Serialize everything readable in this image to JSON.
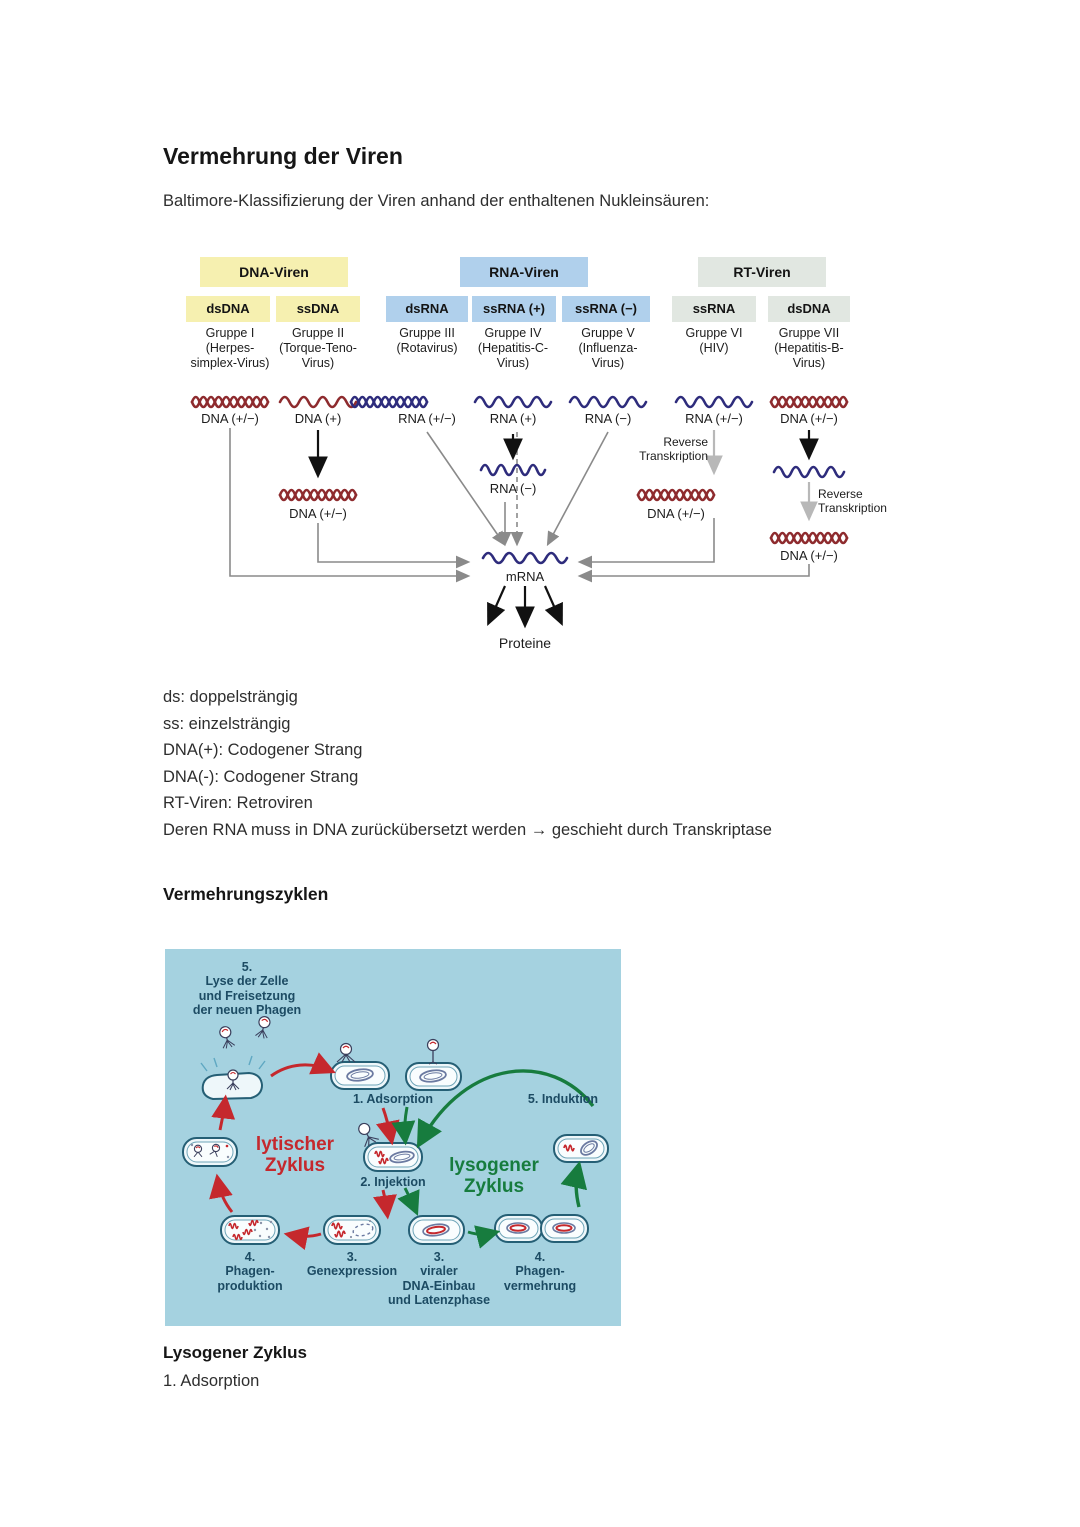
{
  "title": "Vermehrung der Viren",
  "intro": "Baltimore-Klassifizierung der Viren anhand der enthaltenen Nukleinsäuren:",
  "baltimore": {
    "families": [
      {
        "label": "DNA-Viren",
        "color": "#f6f0b0"
      },
      {
        "label": "RNA-Viren",
        "color": "#b0d0ec"
      },
      {
        "label": "RT-Viren",
        "color": "#e1e7e1"
      }
    ],
    "columns": [
      {
        "type": "dsDNA",
        "group": "Gruppe I\n(Herpes-\nsimplex-Virus)",
        "strand": "DNA (+/−)"
      },
      {
        "type": "ssDNA",
        "group": "Gruppe II\n(Torque-Teno-\nVirus)",
        "strand": "DNA (+)",
        "intermediate": "DNA (+/−)"
      },
      {
        "type": "dsRNA",
        "group": "Gruppe III\n(Rotavirus)",
        "strand": "RNA (+/−)"
      },
      {
        "type": "ssRNA (+)",
        "group": "Gruppe IV\n(Hepatitis-C-\nVirus)",
        "strand": "RNA (+)",
        "intermediate": "RNA (−)"
      },
      {
        "type": "ssRNA (−)",
        "group": "Gruppe V\n(Influenza-\nVirus)",
        "strand": "RNA (−)"
      },
      {
        "type": "ssRNA",
        "group": "Gruppe VI\n(HIV)",
        "strand": "RNA (+/−)",
        "intermediate": "DNA (+/−)",
        "process": "Reverse\nTranskription"
      },
      {
        "type": "dsDNA",
        "group": "Gruppe VII\n(Hepatitis-B-\nVirus)",
        "strand": "DNA (+/−)",
        "intermediate": "DNA (+/−)",
        "process": "Reverse\nTranskription"
      }
    ],
    "mrna_label": "mRNA",
    "proteins_label": "Proteine",
    "colors": {
      "dna_strand": "#8e2b2e",
      "rna_strand": "#2e2c7c"
    }
  },
  "definitions": [
    "ds: doppelsträngig",
    "ss: einzelsträngig",
    "DNA(+): Codogener Strang",
    "DNA(-): Codogener Strang",
    "RT-Viren: Retroviren",
    "Deren RNA muss in DNA zurückübersetzt werden → geschieht durch Transkriptase"
  ],
  "cycles": {
    "heading": "Vermehrungszyklen",
    "lysis": {
      "num": "5.",
      "text": "Lyse der Zelle\nund Freisetzung\nder neuen Phagen"
    },
    "adsorption": {
      "num": "1.",
      "text": "Adsorption"
    },
    "induction": {
      "num": "5.",
      "text": "Induktion"
    },
    "injection": {
      "num": "2.",
      "text": "Injektion"
    },
    "lytic_label": "lytischer\nZyklus",
    "lysogenic_label": "lysogener\nZyklus",
    "phage_production": {
      "num": "4.",
      "text": "Phagen-\nproduktion"
    },
    "gene_expression": {
      "num": "3.",
      "text": "Genexpression"
    },
    "dna_integration": {
      "num": "3.",
      "text": "viraler\nDNA-Einbau\nund Latenzphase"
    },
    "phage_multiplication": {
      "num": "4.",
      "text": "Phagen-\nvermehrung"
    },
    "colors": {
      "background": "#a5d2e0",
      "lytic": "#c5282d",
      "lysogenic": "#177c3e",
      "label": "#1c4b63"
    }
  },
  "footer": {
    "heading": "Lysogener Zyklus",
    "item": "1. Adsorption"
  }
}
